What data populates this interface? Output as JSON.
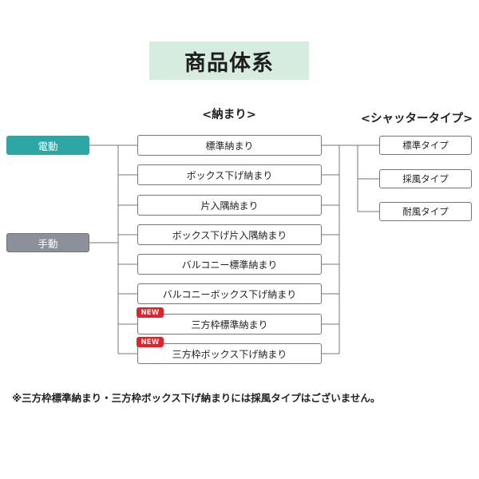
{
  "title": "商品体系",
  "headings": {
    "fitting": "<納まり>",
    "shutter_type": "<シャッタータイプ>"
  },
  "operations": {
    "electric": "電動",
    "manual": "手動"
  },
  "fittings": [
    {
      "label": "標準納まり",
      "new": false
    },
    {
      "label": "ボックス下げ納まり",
      "new": false
    },
    {
      "label": "片入隅納まり",
      "new": false
    },
    {
      "label": "ボックス下げ片入隅納まり",
      "new": false
    },
    {
      "label": "バルコニー標準納まり",
      "new": false
    },
    {
      "label": "バルコニーボックス下げ納まり",
      "new": false
    },
    {
      "label": "三方枠標準納まり",
      "new": true
    },
    {
      "label": "三方枠ボックス下げ納まり",
      "new": true
    }
  ],
  "badge_label": "NEW",
  "types": [
    "標準タイプ",
    "採風タイプ",
    "耐風タイプ"
  ],
  "note": "※三方枠標準納まり・三方枠ボックス下げ納まりには採風タイプはございません。",
  "colors": {
    "title_bg": "#d6ecdf",
    "electric": "#2fa6a6",
    "manual": "#8c9099",
    "new_badge": "#d9262e",
    "line": "#777777"
  }
}
